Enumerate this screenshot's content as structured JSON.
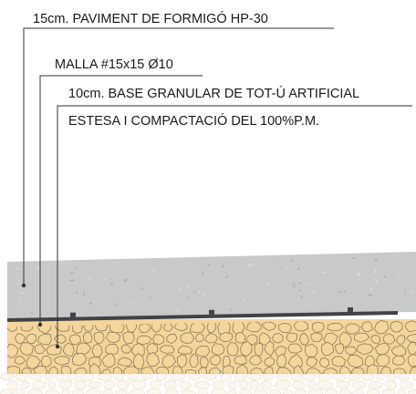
{
  "labels": {
    "pavement": "15cm. PAVIMENT DE FORMIGÓ HP-30",
    "mesh": "MALLA #15x15 Ø10",
    "base_line1": "10cm. BASE GRANULAR DE TOT-Ú ARTIFICIAL",
    "base_line2": "ESTESA I COMPACTACIÓ DEL 100%P.M."
  },
  "colors": {
    "concrete": "#c8c9c9",
    "mesh_bar": "#404345",
    "gravel_fill": "#f4d59c",
    "gravel_stroke": "#8a7c5a",
    "leader": "#333333"
  }
}
